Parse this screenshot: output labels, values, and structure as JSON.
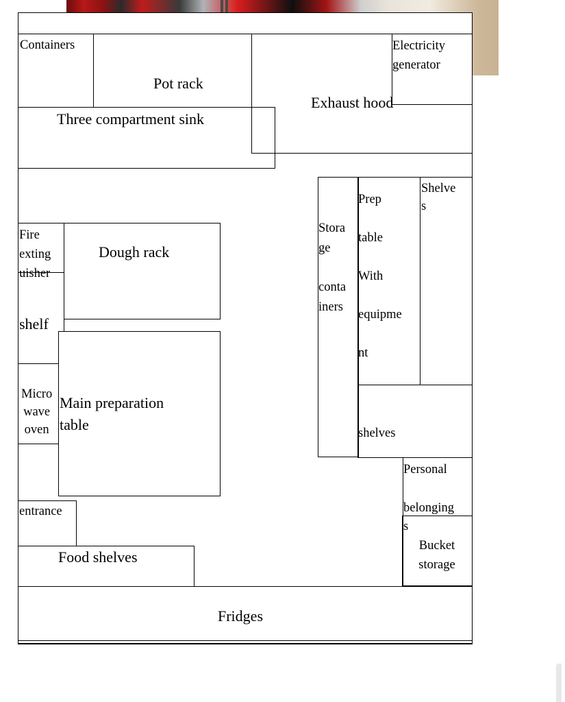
{
  "floor_plan": {
    "labels": {
      "containers": "Containers",
      "pot_rack": "Pot rack",
      "exhaust_hood": "Exhaust hood",
      "electricity_generator": "Electricity\ngenerator",
      "three_compartment_sink": "Three compartment sink",
      "fire_extinguisher": "Fire\nexting\nuisher",
      "dough_rack": "Dough rack",
      "shelf": "shelf",
      "microwave_oven": "Micro\nwave\noven",
      "main_preparation_table": "Main preparation\ntable",
      "storage_containers": "Stora\nge\n\nconta\niners",
      "prep_table": "Prep\ntable\nWith\nequipme\nnt",
      "shelves_right": "Shelve\ns",
      "shelves_lower": "shelves",
      "personal_belongings": "Personal\n\nbelonging\ns",
      "bucket_storage": "Bucket\nstorage",
      "entrance": "entrance",
      "food_shelves": "Food shelves",
      "fridges": "Fridges"
    }
  }
}
